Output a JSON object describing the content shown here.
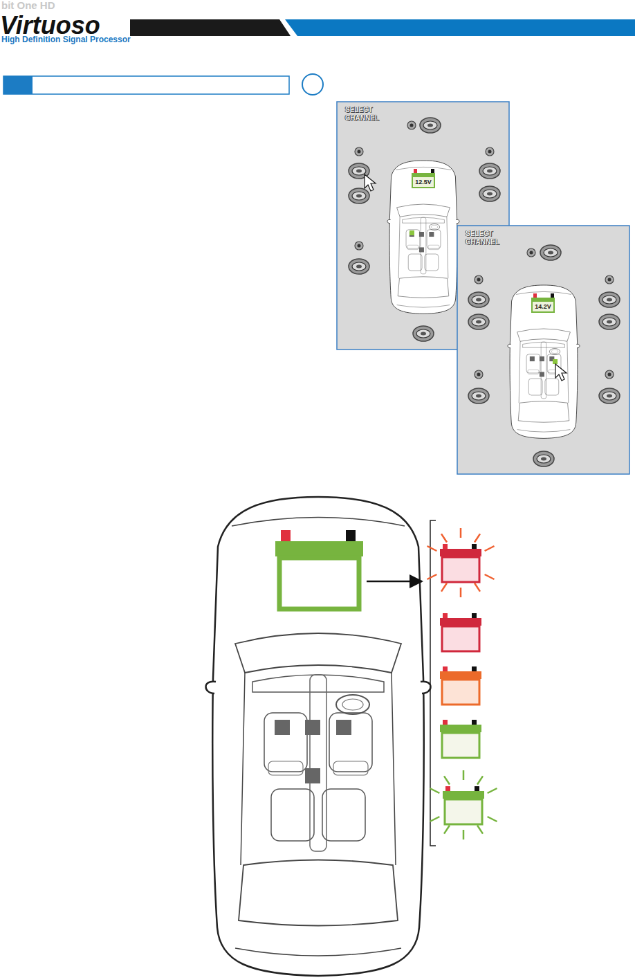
{
  "diagram": {
    "nodes": [
      {
        "text": [
          "SELECT CHANNEL"
        ]
      },
      {
        "text": [
          "12.5V"
        ],
        "in": 0
      },
      {
        "text": [
          "SELECT CHANNEL"
        ]
      },
      {
        "text": [
          "14.2V"
        ],
        "in": 2
      }
    ],
    "labels": [
      "bit One HD",
      "Virtuoso",
      "High Definition Signal Processor"
    ]
  }
}
